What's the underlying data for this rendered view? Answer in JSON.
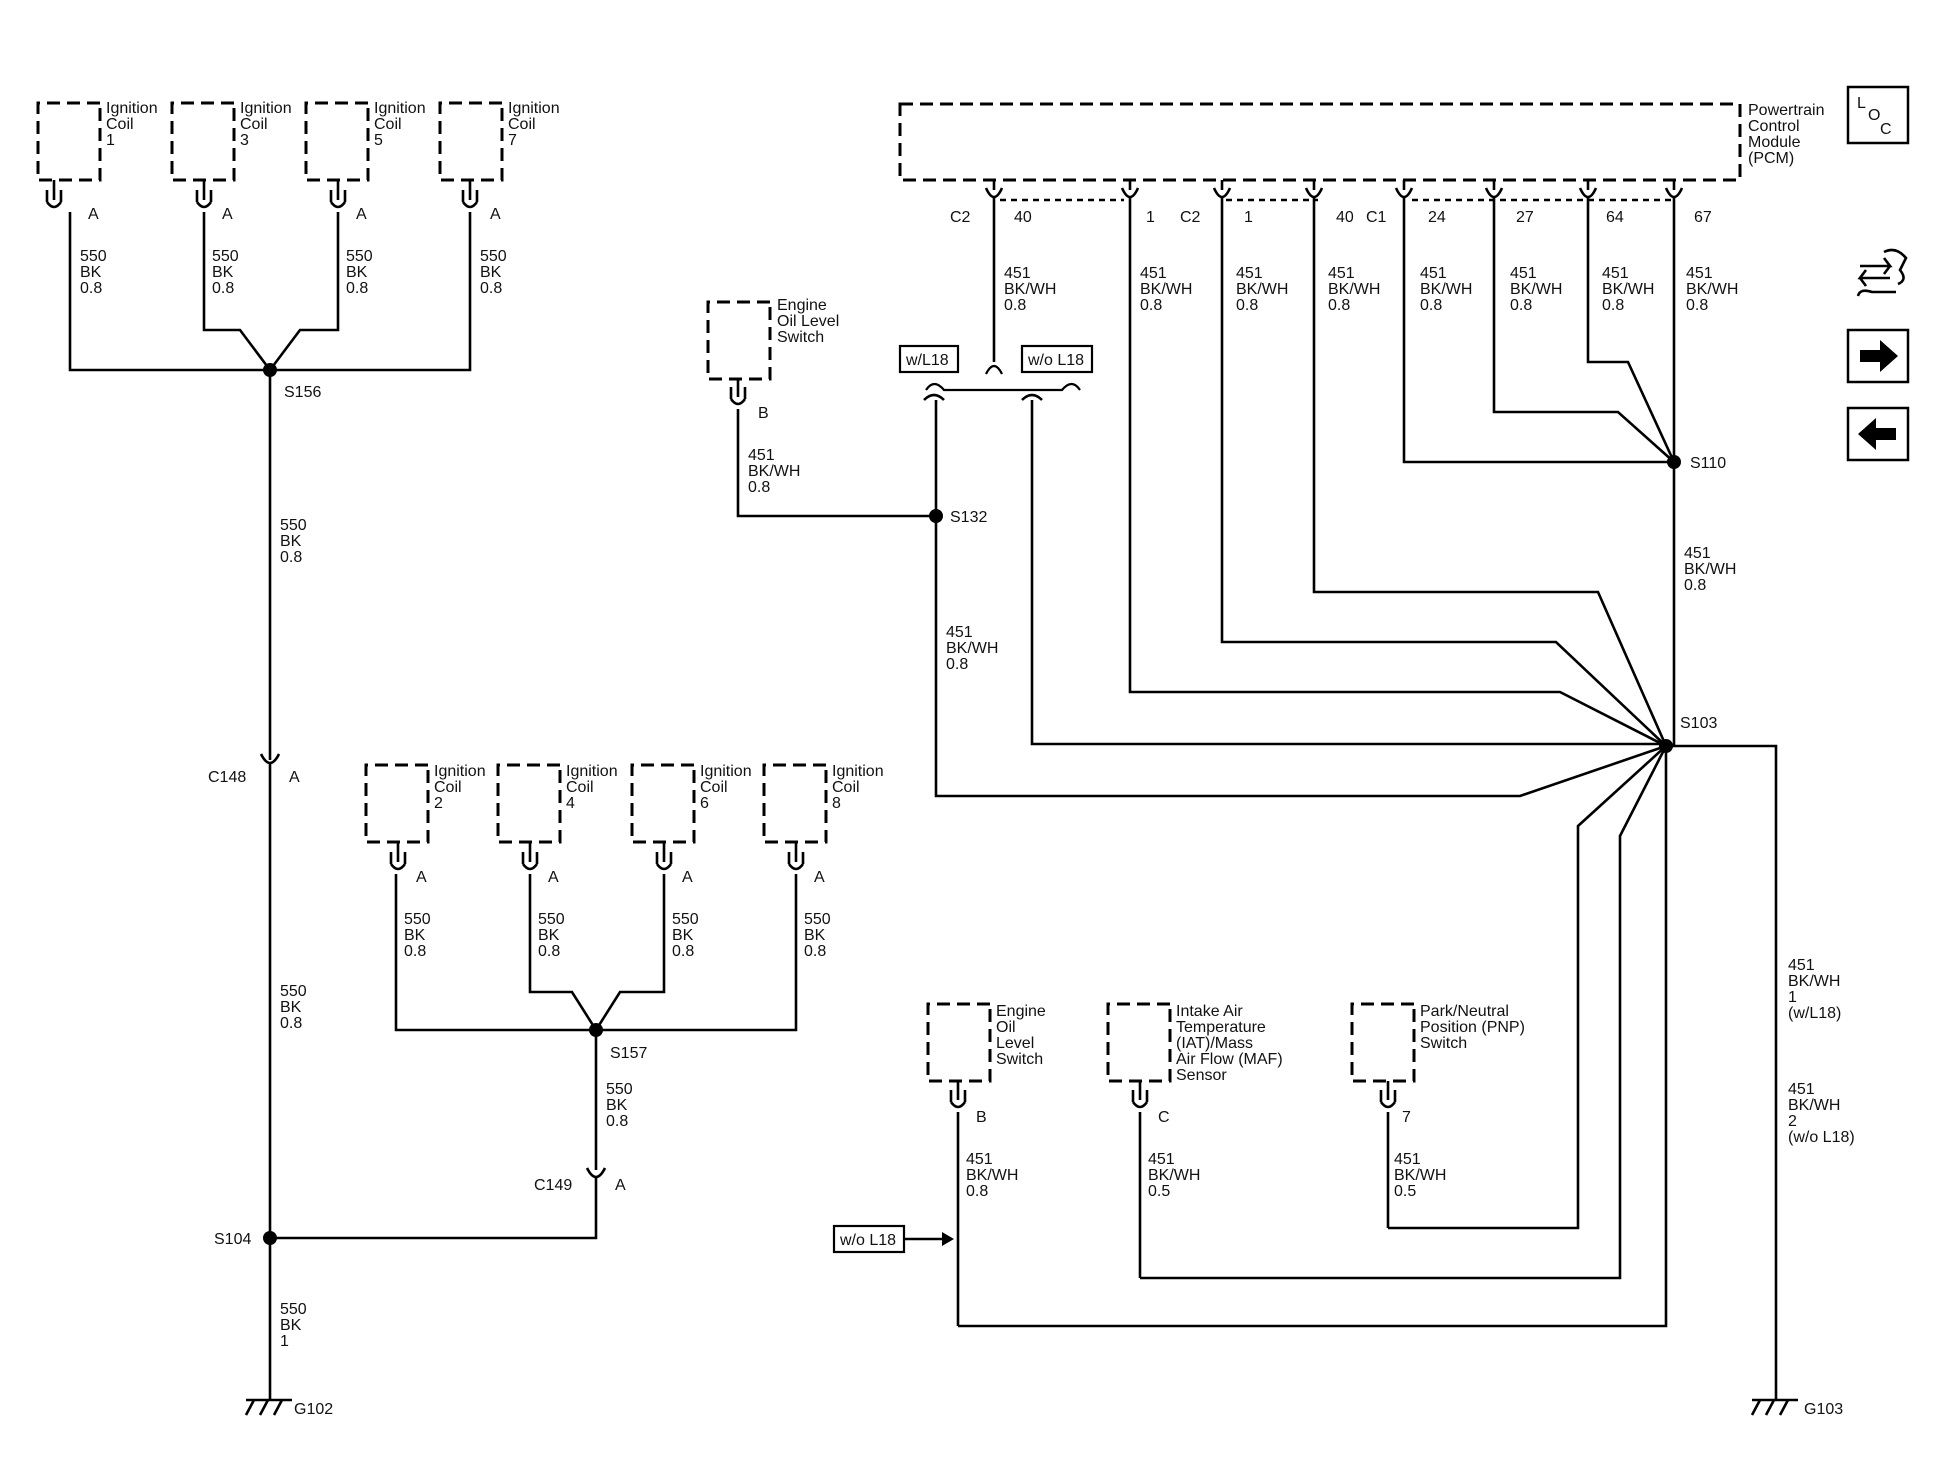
{
  "ignition_coils_top": [
    {
      "name": "Ignition Coil 1",
      "l1": "Ignition",
      "l2": "Coil",
      "l3": "1",
      "pin": "A",
      "wire": [
        "550",
        "BK",
        "0.8"
      ]
    },
    {
      "name": "Ignition Coil 3",
      "l1": "Ignition",
      "l2": "Coil",
      "l3": "3",
      "pin": "A",
      "wire": [
        "550",
        "BK",
        "0.8"
      ]
    },
    {
      "name": "Ignition Coil 5",
      "l1": "Ignition",
      "l2": "Coil",
      "l3": "5",
      "pin": "A",
      "wire": [
        "550",
        "BK",
        "0.8"
      ]
    },
    {
      "name": "Ignition Coil 7",
      "l1": "Ignition",
      "l2": "Coil",
      "l3": "7",
      "pin": "A",
      "wire": [
        "550",
        "BK",
        "0.8"
      ]
    }
  ],
  "ignition_coils_bottom": [
    {
      "name": "Ignition Coil 2",
      "l1": "Ignition",
      "l2": "Coil",
      "l3": "2",
      "pin": "A",
      "wire": [
        "550",
        "BK",
        "0.8"
      ]
    },
    {
      "name": "Ignition Coil 4",
      "l1": "Ignition",
      "l2": "Coil",
      "l3": "4",
      "pin": "A",
      "wire": [
        "550",
        "BK",
        "0.8"
      ]
    },
    {
      "name": "Ignition Coil 6",
      "l1": "Ignition",
      "l2": "Coil",
      "l3": "6",
      "pin": "A",
      "wire": [
        "550",
        "BK",
        "0.8"
      ]
    },
    {
      "name": "Ignition Coil 8",
      "l1": "Ignition",
      "l2": "Coil",
      "l3": "8",
      "pin": "A",
      "wire": [
        "550",
        "BK",
        "0.8"
      ]
    }
  ],
  "splices": {
    "s156": "S156",
    "s157": "S157",
    "s104": "S104",
    "s132": "S132",
    "s110": "S110",
    "s103": "S103"
  },
  "connectors": {
    "c148": "C148",
    "c148_pin": "A",
    "c149": "C149",
    "c149_pin": "A"
  },
  "grounds": {
    "g102": "G102",
    "g103": "G103"
  },
  "left_wires": {
    "s156_c148": [
      "550",
      "BK",
      "0.8"
    ],
    "c148_s104": [
      "550",
      "BK",
      "0.8"
    ],
    "s157_c149": [
      "550",
      "BK",
      "0.8"
    ],
    "s104_g102": [
      "550",
      "BK",
      "1"
    ]
  },
  "pcm": {
    "name": [
      "Powertrain",
      "Control",
      "Module",
      "(PCM)"
    ],
    "pins": [
      {
        "conn": "C2",
        "pin": "40",
        "wire": [
          "451",
          "BK/WH",
          "0.8"
        ]
      },
      {
        "conn": "",
        "pin": "1",
        "wire": [
          "451",
          "BK/WH",
          "0.8"
        ]
      },
      {
        "conn": "C2",
        "pin": "1",
        "wire": [
          "451",
          "BK/WH",
          "0.8"
        ]
      },
      {
        "conn": "",
        "pin": "40",
        "wire": [
          "451",
          "BK/WH",
          "0.8"
        ]
      },
      {
        "conn": "C1",
        "pin": "24",
        "wire": [
          "451",
          "BK/WH",
          "0.8"
        ]
      },
      {
        "conn": "",
        "pin": "27",
        "wire": [
          "451",
          "BK/WH",
          "0.8"
        ]
      },
      {
        "conn": "",
        "pin": "64",
        "wire": [
          "451",
          "BK/WH",
          "0.8"
        ]
      },
      {
        "conn": "",
        "pin": "67",
        "wire": [
          "451",
          "BK/WH",
          "0.8"
        ]
      }
    ]
  },
  "options": {
    "with": "w/L18",
    "without": "w/o L18",
    "arrow_label": "w/o L18"
  },
  "eol_switch_top": {
    "l1": "Engine",
    "l2": "Oil Level",
    "l3": "Switch",
    "pin": "B",
    "wire": [
      "451",
      "BK/WH",
      "0.8"
    ]
  },
  "s132_s103_wire": [
    "451",
    "BK/WH",
    "0.8"
  ],
  "s110_s103_wire": [
    "451",
    "BK/WH",
    "0.8"
  ],
  "g103_wire": {
    "a": [
      "451",
      "BK/WH",
      "1",
      "(w/L18)"
    ],
    "b": [
      "451",
      "BK/WH",
      "2",
      "(w/o L18)"
    ]
  },
  "bottom_components": [
    {
      "lines": [
        "Engine",
        "Oil",
        "Level",
        "Switch"
      ],
      "pin": "B",
      "wire": [
        "451",
        "BK/WH",
        "0.8"
      ]
    },
    {
      "lines": [
        "Intake Air",
        "Temperature",
        "(IAT)/Mass",
        "Air Flow (MAF)",
        "Sensor"
      ],
      "pin": "C",
      "wire": [
        "451",
        "BK/WH",
        "0.5"
      ]
    },
    {
      "lines": [
        "Park/Neutral",
        "Position (PNP)",
        "Switch"
      ],
      "pin": "7",
      "wire": [
        "451",
        "BK/WH",
        "0.5"
      ]
    }
  ],
  "nav": {
    "loc": [
      "L",
      "O",
      "C"
    ],
    "icons": [
      "component-view-icon",
      "next-page-icon",
      "previous-page-icon"
    ]
  }
}
